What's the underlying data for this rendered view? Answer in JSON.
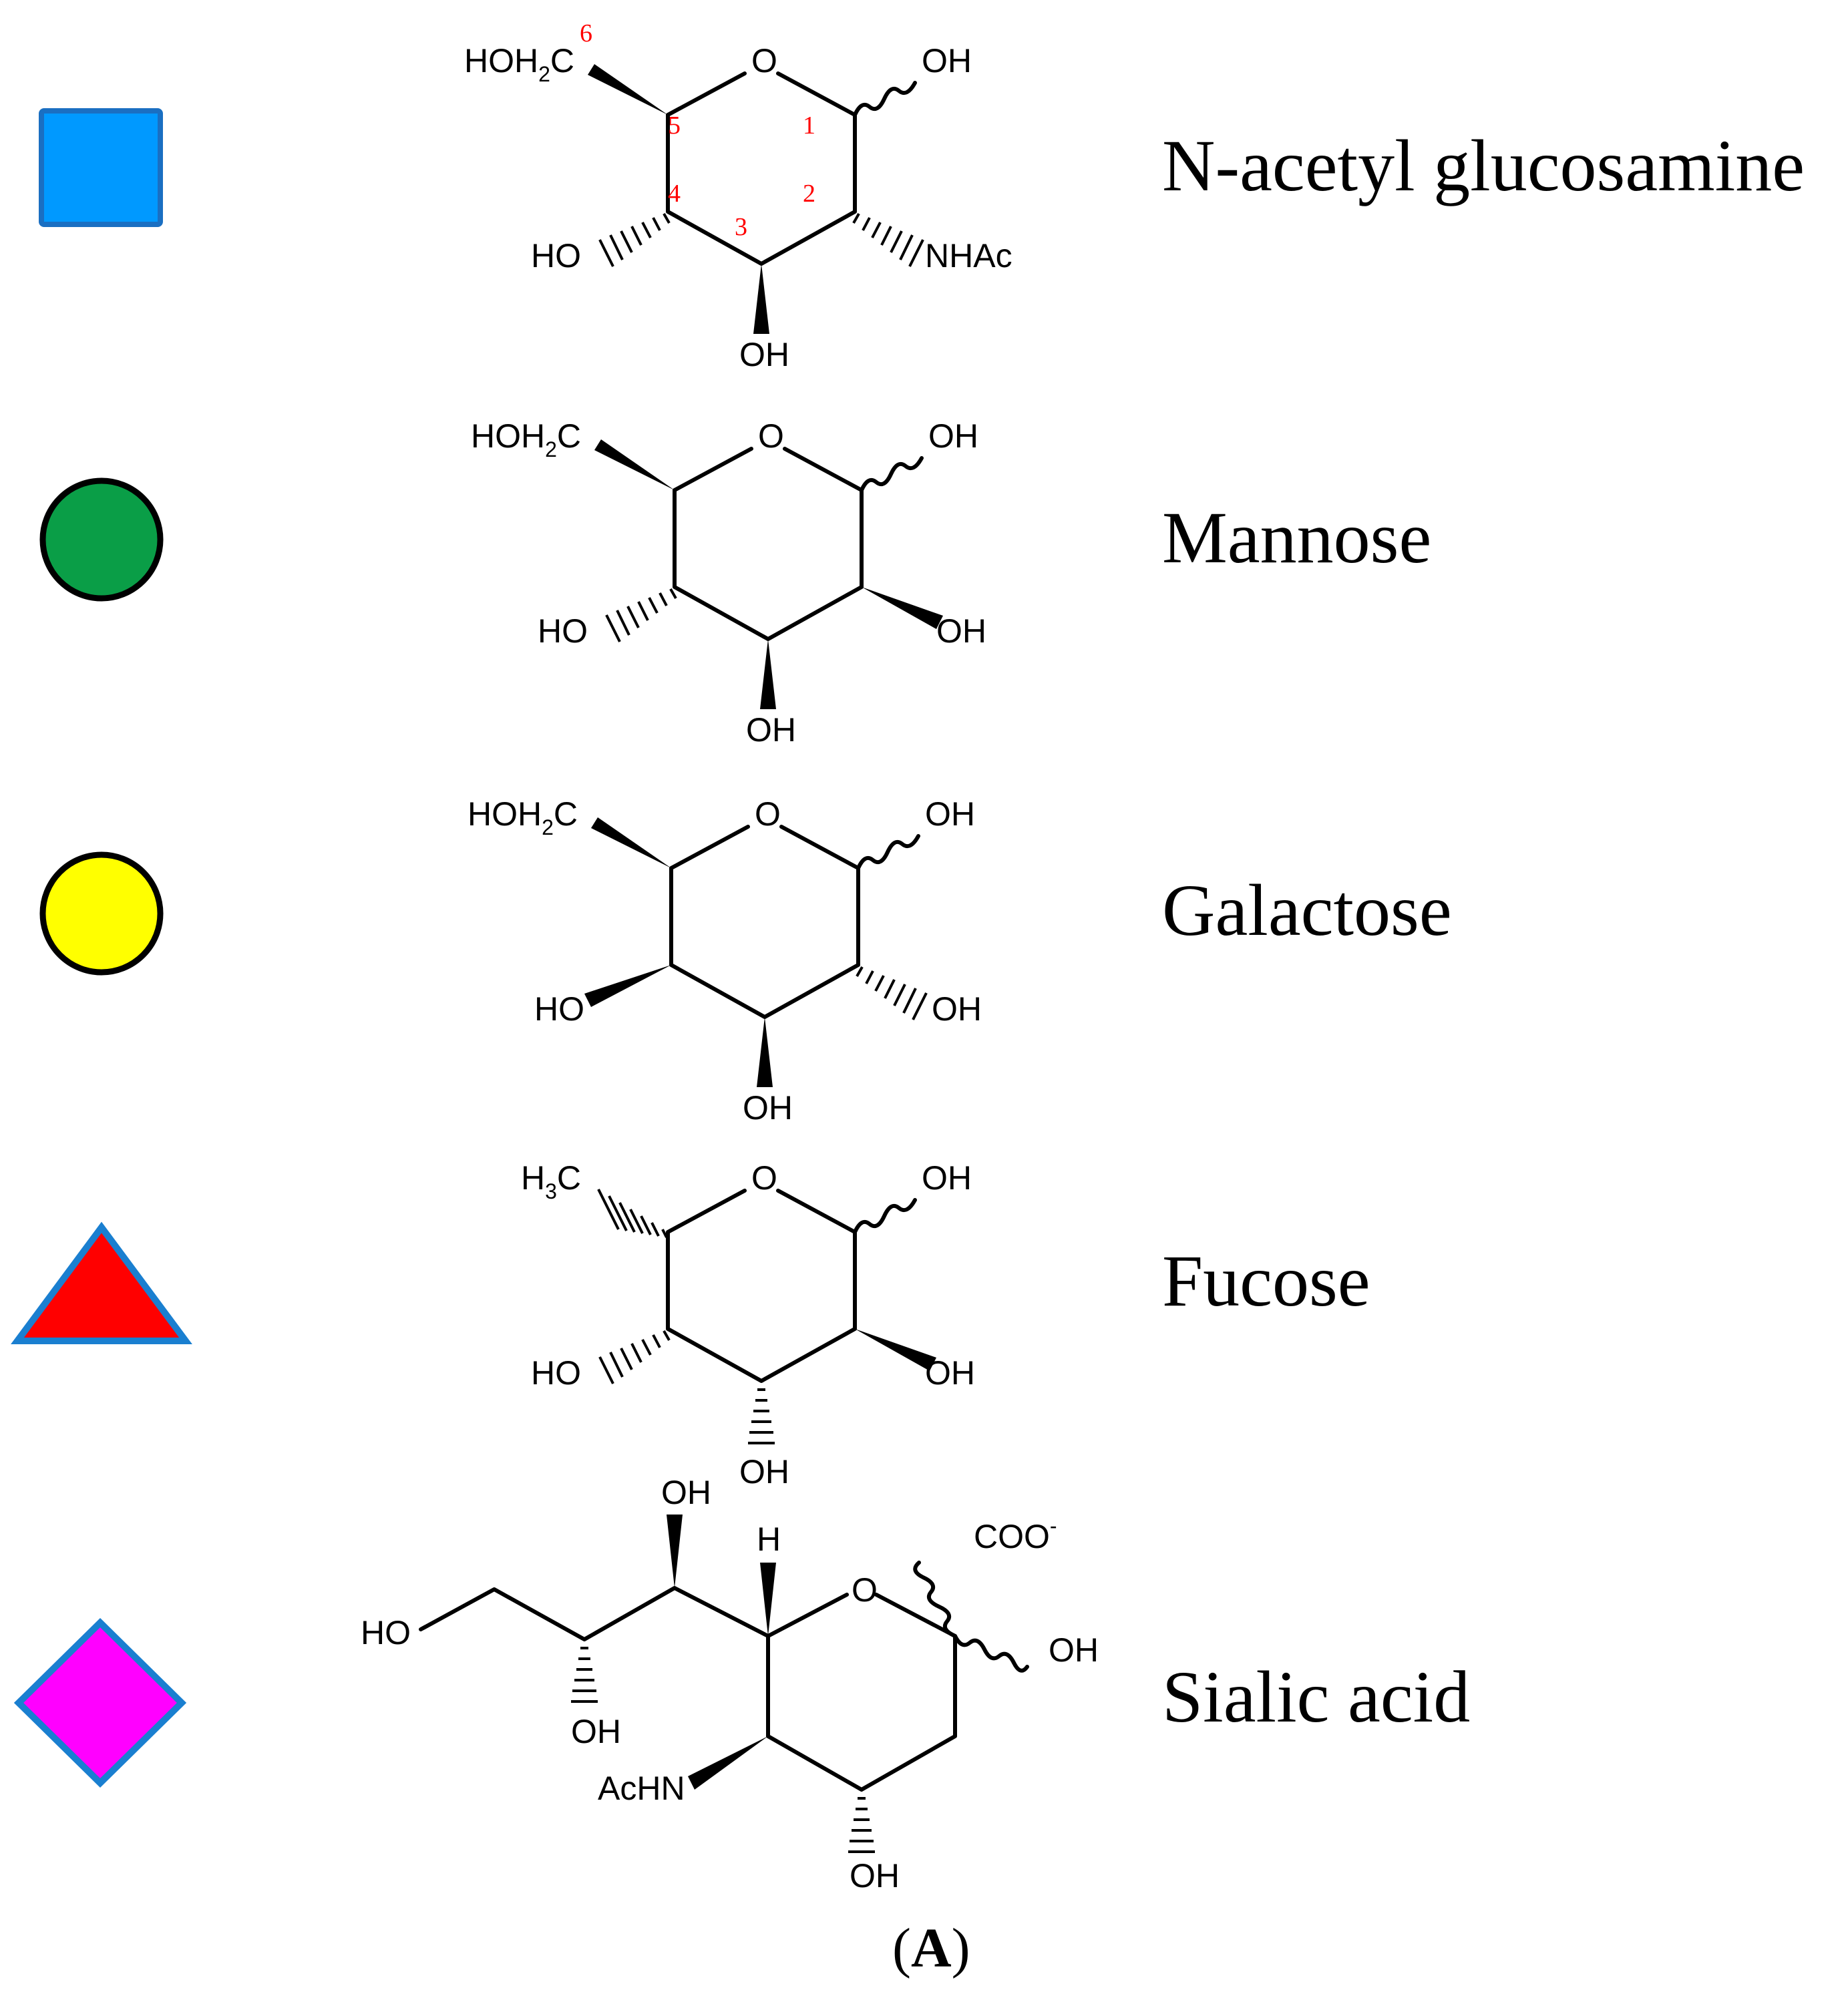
{
  "sugars": [
    {
      "name": "N-acetyl glucosamine",
      "symbol": {
        "shape": "square",
        "fill": "#0099ff",
        "stroke": "#1a6fc2"
      },
      "atoms": {
        "c6": "HOH",
        "c6_sub": "2",
        "c6_tail": "C",
        "ring_o": "O",
        "c1": "OH",
        "c4": "HO",
        "c3": "OH",
        "c2": "NHAc"
      },
      "positions": [
        "1",
        "2",
        "3",
        "4",
        "5",
        "6"
      ]
    },
    {
      "name": "Mannose",
      "symbol": {
        "shape": "circle",
        "fill": "#0a9e47",
        "stroke": "#000000"
      },
      "atoms": {
        "c6": "HOH",
        "c6_sub": "2",
        "c6_tail": "C",
        "ring_o": "O",
        "c1": "OH",
        "c4": "HO",
        "c3": "OH",
        "c2": "OH"
      }
    },
    {
      "name": "Galactose",
      "symbol": {
        "shape": "circle",
        "fill": "#ffff00",
        "stroke": "#000000"
      },
      "atoms": {
        "c6": "HOH",
        "c6_sub": "2",
        "c6_tail": "C",
        "ring_o": "O",
        "c1": "OH",
        "c4": "HO",
        "c3": "OH",
        "c2": "OH"
      }
    },
    {
      "name": "Fucose",
      "symbol": {
        "shape": "triangle",
        "fill": "#ff0000",
        "stroke": "#1a7fd0"
      },
      "atoms": {
        "c6": "H",
        "c6_sub": "3",
        "c6_tail": "C",
        "ring_o": "O",
        "c1": "OH",
        "c4": "HO",
        "c3": "OH",
        "c2": "OH"
      }
    },
    {
      "name": "Sialic acid",
      "symbol": {
        "shape": "diamond",
        "fill": "#ff00ff",
        "stroke": "#1a7fd0"
      },
      "atoms": {
        "ho": "HO",
        "oh_c8": "OH",
        "oh_c7": "OH",
        "h": "H",
        "ring_o": "O",
        "coo": "COO",
        "charge": "-",
        "oh_c2": "OH",
        "achn": "AcHN",
        "oh_c4": "OH"
      }
    }
  ],
  "caption": {
    "open": "(",
    "letter": "A",
    "close": ")"
  }
}
